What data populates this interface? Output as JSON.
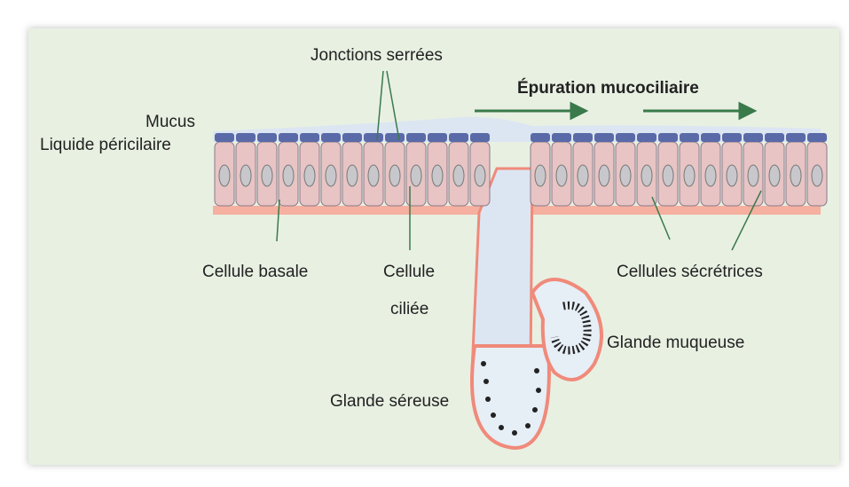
{
  "labels": {
    "jonctions": "Jonctions serrées",
    "epuration": "Épuration mucociliaire",
    "mucus": "Mucus",
    "liquide": "Liquide péricilaire",
    "cellule_basale": "Cellule basale",
    "cellule_ciliee_1": "Cellule",
    "cellule_ciliee_2": "ciliée",
    "cellules_secretrices": "Cellules sécrétrices",
    "glande_muqueuse": "Glande muqueuse",
    "glande_sereuse": "Glande séreuse"
  },
  "colors": {
    "background": "#e8f0e2",
    "mucus": "#dce6f2",
    "cilia_cap": "#5a6aa8",
    "cell": "#e8c4c4",
    "cell_border": "#8a7a8a",
    "nucleus": "#c8c8cc",
    "basement": "#f08a7a",
    "arrow": "#3a7a4a",
    "granule": "#7a8ab8",
    "mucous_granule": "#222222"
  }
}
